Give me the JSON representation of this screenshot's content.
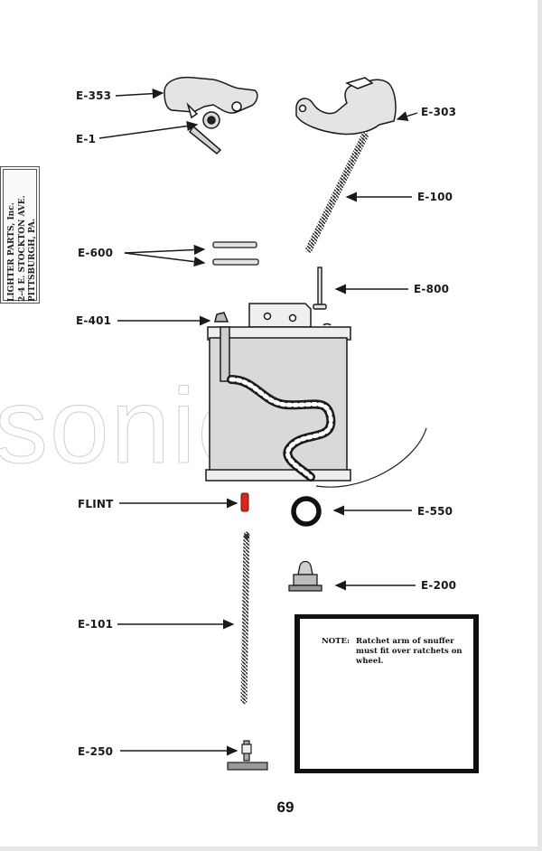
{
  "stamp": {
    "lines": [
      "LIGHTER PARTS, Inc.",
      "2-4 E. STOCKTON AVE.",
      "PITTSBURGH, PA."
    ]
  },
  "watermark": "sonic",
  "parts": {
    "e353": "E-353",
    "e1": "E-1",
    "e303": "E-303",
    "e100": "E-100",
    "e600": "E-600",
    "e800": "E-800",
    "e401": "E-401",
    "flint": "FLINT",
    "e550": "E-550",
    "e200": "E-200",
    "e101": "E-101",
    "e250": "E-250"
  },
  "note": {
    "heading": "NOTE:",
    "text": "Ratchet arm of snuffer must fit over ratchets on wheel."
  },
  "page_number": "69",
  "colors": {
    "ink": "#1a1a1a",
    "part_fill": "#e4e4e4",
    "tank_fill": "#d9d9d9",
    "flint": "#d9251d"
  }
}
